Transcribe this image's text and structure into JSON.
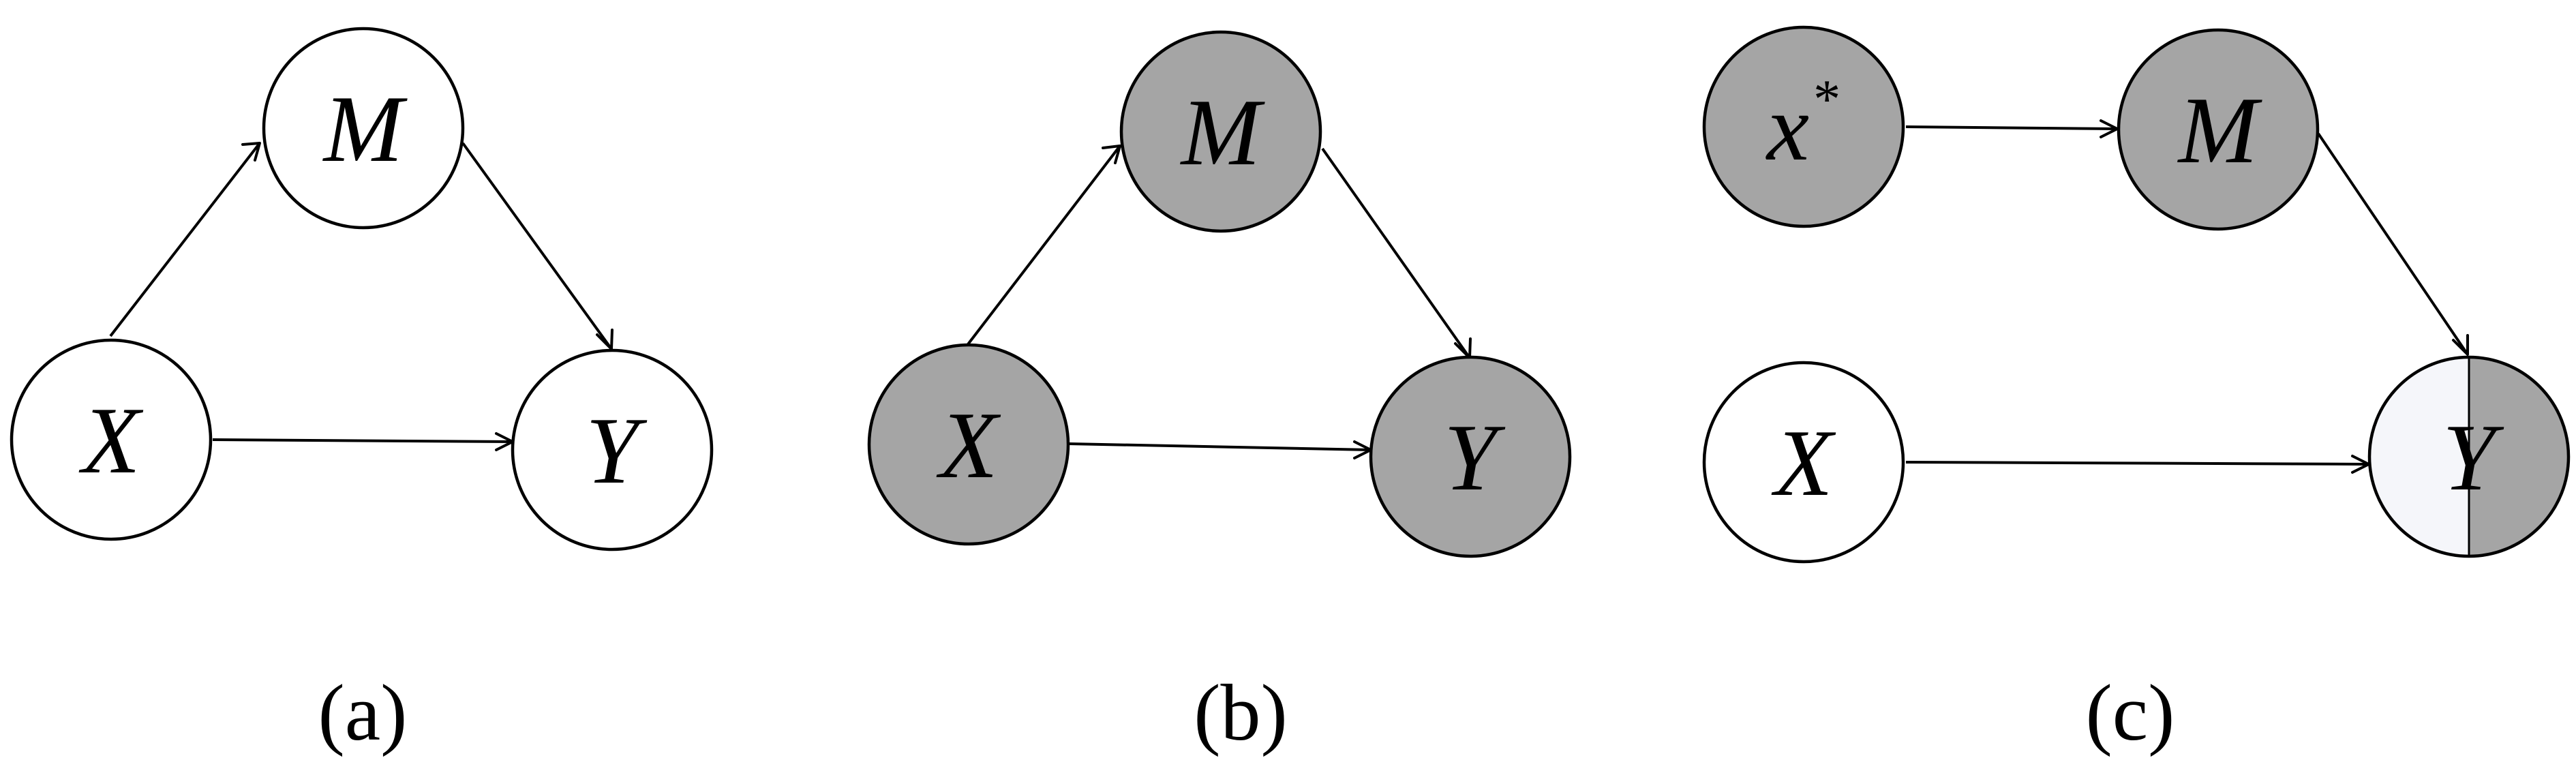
{
  "colors": {
    "unshaded": "#ffffff",
    "shaded": "#a5a5a5",
    "light_half": "#f5f6fa",
    "stroke": "#000000"
  },
  "panels": [
    {
      "id": "a",
      "caption": "(a)",
      "nodes": [
        {
          "id": "M",
          "label": "M",
          "fill": "unshaded"
        },
        {
          "id": "X",
          "label": "X",
          "fill": "unshaded"
        },
        {
          "id": "Y",
          "label": "Y",
          "fill": "unshaded"
        }
      ],
      "edges": [
        {
          "from": "X",
          "to": "M"
        },
        {
          "from": "M",
          "to": "Y"
        },
        {
          "from": "X",
          "to": "Y"
        }
      ]
    },
    {
      "id": "b",
      "caption": "(b)",
      "nodes": [
        {
          "id": "M",
          "label": "M",
          "fill": "shaded"
        },
        {
          "id": "X",
          "label": "X",
          "fill": "shaded"
        },
        {
          "id": "Y",
          "label": "Y",
          "fill": "shaded"
        }
      ],
      "edges": [
        {
          "from": "X",
          "to": "M"
        },
        {
          "from": "M",
          "to": "Y"
        },
        {
          "from": "X",
          "to": "Y"
        }
      ]
    },
    {
      "id": "c",
      "caption": "(c)",
      "nodes": [
        {
          "id": "xstar",
          "label": "x",
          "superscript": "*",
          "fill": "shaded"
        },
        {
          "id": "M",
          "label": "M",
          "fill": "shaded"
        },
        {
          "id": "X",
          "label": "X",
          "fill": "unshaded"
        },
        {
          "id": "Y",
          "label": "Y",
          "fill": "split",
          "fill_left": "light_half",
          "fill_right": "shaded"
        }
      ],
      "edges": [
        {
          "from": "xstar",
          "to": "M"
        },
        {
          "from": "M",
          "to": "Y"
        },
        {
          "from": "X",
          "to": "Y"
        }
      ]
    }
  ]
}
